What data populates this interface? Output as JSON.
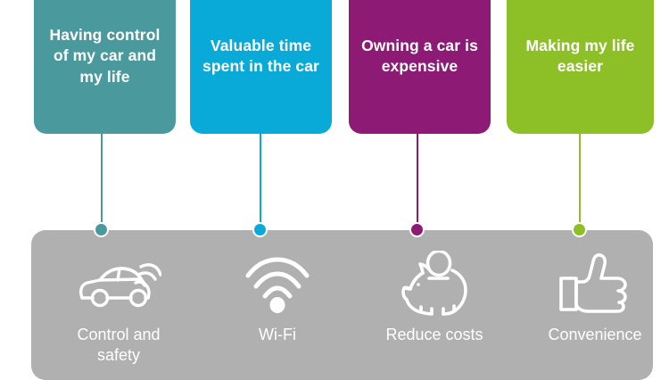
{
  "colors": {
    "teal": "#4A9A9D",
    "cyan": "#0AAAD8",
    "magenta": "#8D1A75",
    "green": "#8CC026",
    "panel_gray": "#b0b0b0",
    "text_white": "#ffffff"
  },
  "cards": [
    {
      "text": "Having control of my car and my life",
      "color": "#4A9A9D"
    },
    {
      "text": "Valuable time spent in the car",
      "color": "#0AAAD8"
    },
    {
      "text": "Owning a car is expensive",
      "color": "#8D1A75"
    },
    {
      "text": "Making my life easier",
      "color": "#8CC026"
    }
  ],
  "benefits": [
    {
      "label": "Control and safety",
      "icon": "connected-car-icon"
    },
    {
      "label": "Wi-Fi",
      "icon": "wifi-icon"
    },
    {
      "label": "Reduce costs",
      "icon": "piggy-bank-icon"
    },
    {
      "label": "Convenience",
      "icon": "thumbs-up-icon"
    }
  ]
}
